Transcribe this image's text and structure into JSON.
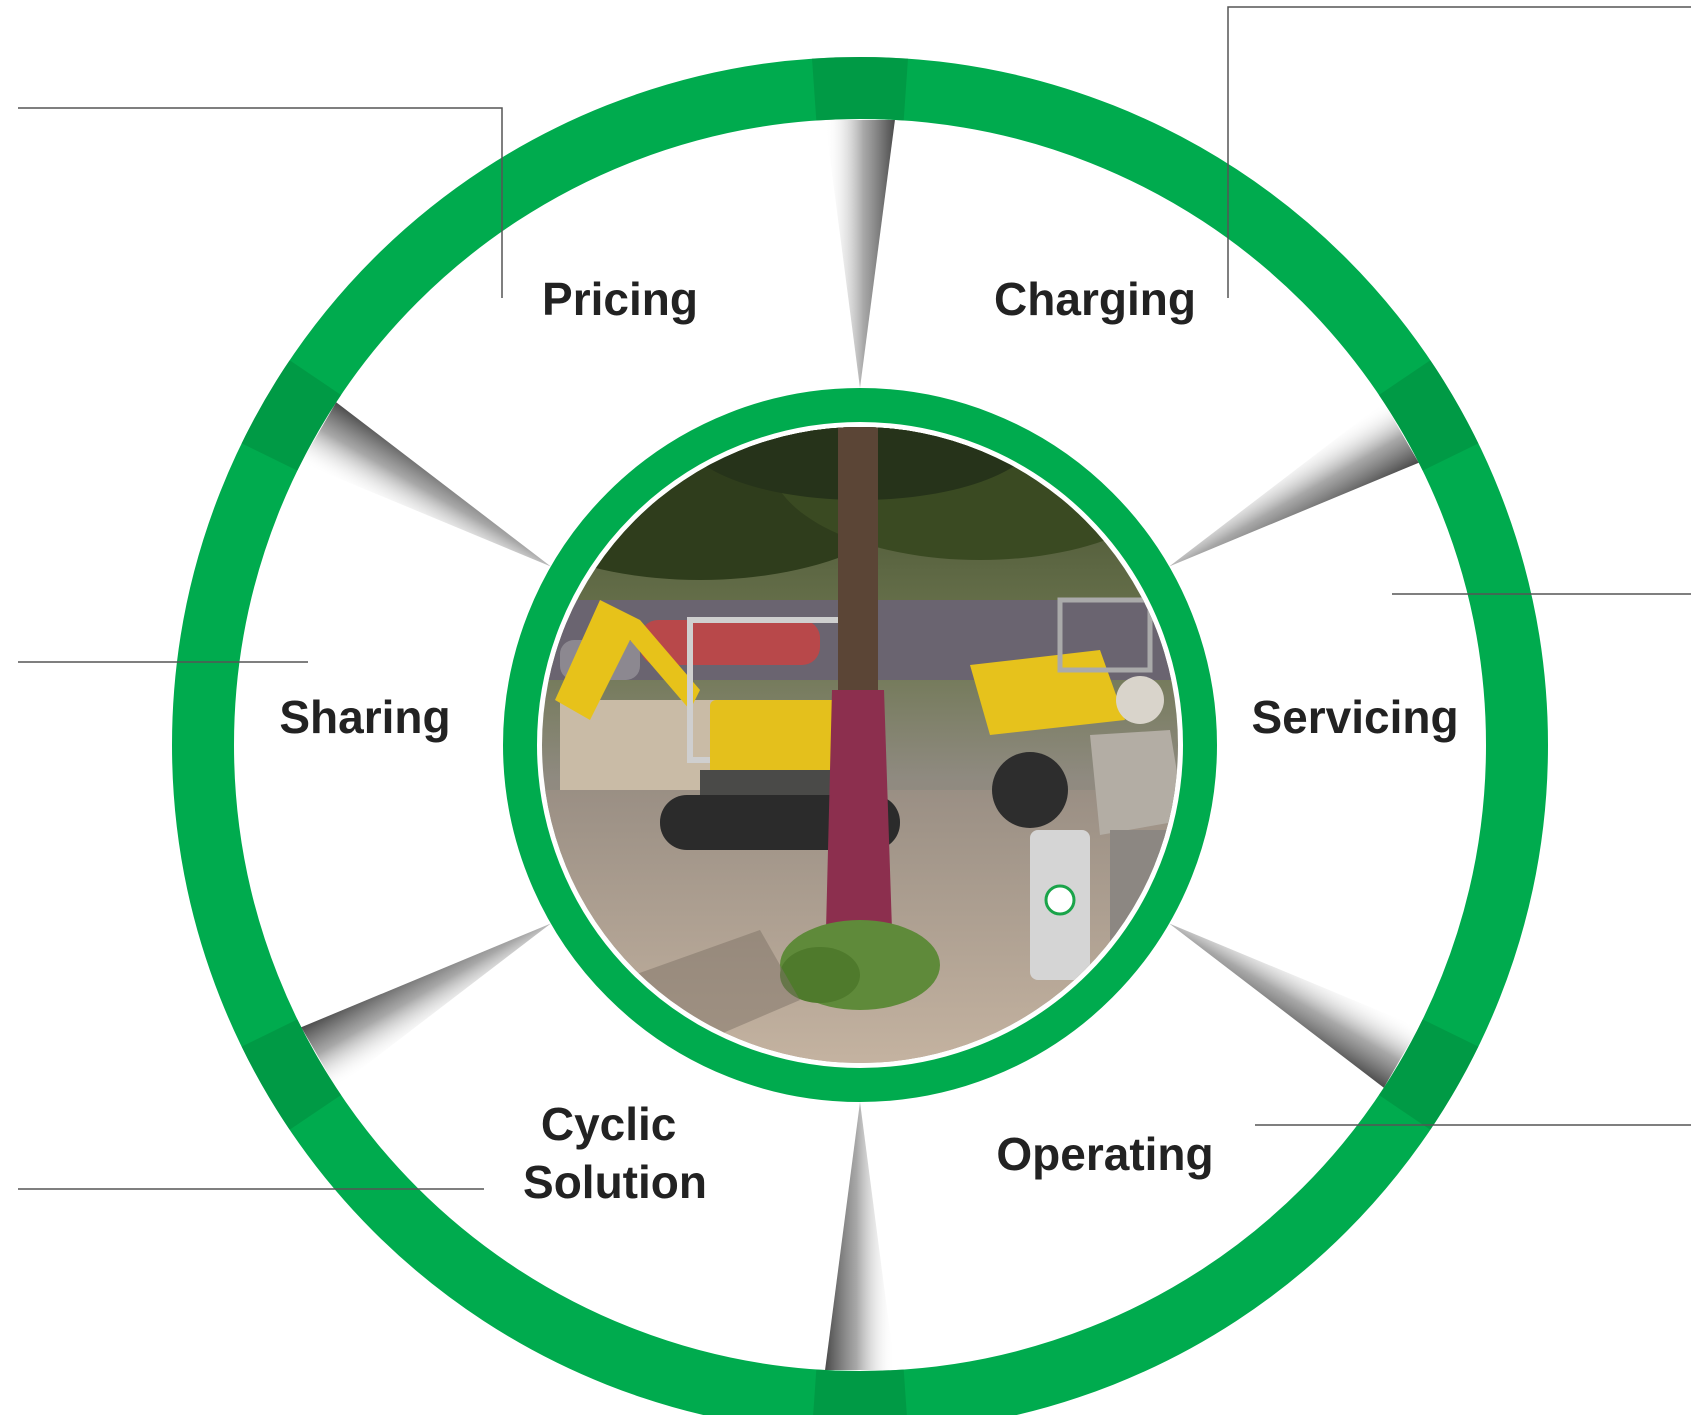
{
  "colors": {
    "ring": "#00ab4e",
    "ring_dark": "#008f40",
    "background": "#ffffff",
    "label": "#222222",
    "leader_line": "#555555"
  },
  "segments": [
    {
      "key": "pricing",
      "label_lines": [
        "Pricing"
      ]
    },
    {
      "key": "charging",
      "label_lines": [
        "Charging"
      ]
    },
    {
      "key": "servicing",
      "label_lines": [
        "Servicing"
      ]
    },
    {
      "key": "operating",
      "label_lines": [
        "Operating"
      ]
    },
    {
      "key": "cyclic-solution",
      "label_lines": [
        "Cyclic",
        "Solution"
      ]
    },
    {
      "key": "sharing",
      "label_lines": [
        "Sharing"
      ]
    }
  ],
  "center_photo": {
    "subject": "construction-site-photo",
    "icon": "excavator-dumper-rammer-photo"
  }
}
